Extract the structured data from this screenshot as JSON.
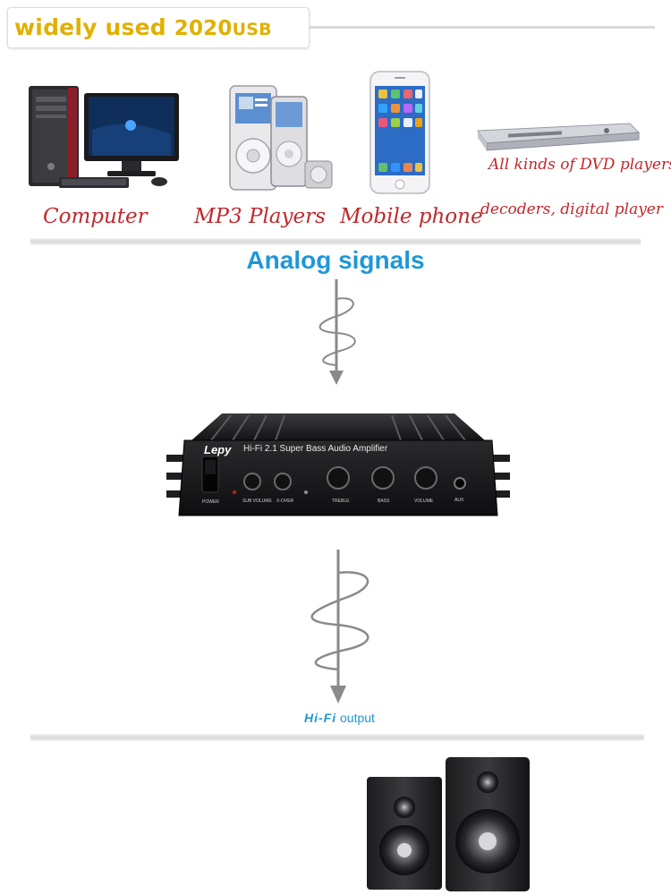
{
  "header": {
    "title_text": "widely used",
    "title_model": "2020",
    "title_suffix": "USB"
  },
  "devices": [
    {
      "name": "computer",
      "label": "Computer"
    },
    {
      "name": "mp3",
      "label": "MP3 Players"
    },
    {
      "name": "phone",
      "label": "Mobile phone"
    },
    {
      "name": "dvd",
      "label_line1": "All kinds of DVD players,",
      "label_line2": "decoders, digital player"
    }
  ],
  "signal": {
    "label": "Analog signals"
  },
  "amplifier": {
    "brand": "Lepy",
    "model_text": "Hi-Fi 2.1 Super Bass Audio Amplifier",
    "controls": [
      "POWER",
      "SUB VOLUME",
      "X-OVER",
      "TREBLE",
      "BASS",
      "VOLUME",
      "AUX"
    ]
  },
  "output": {
    "prefix": "Hi-Fi",
    "suffix": "output"
  },
  "colors": {
    "title": "#e0b000",
    "caption": "#c0282c",
    "signal": "#1f97d8"
  }
}
